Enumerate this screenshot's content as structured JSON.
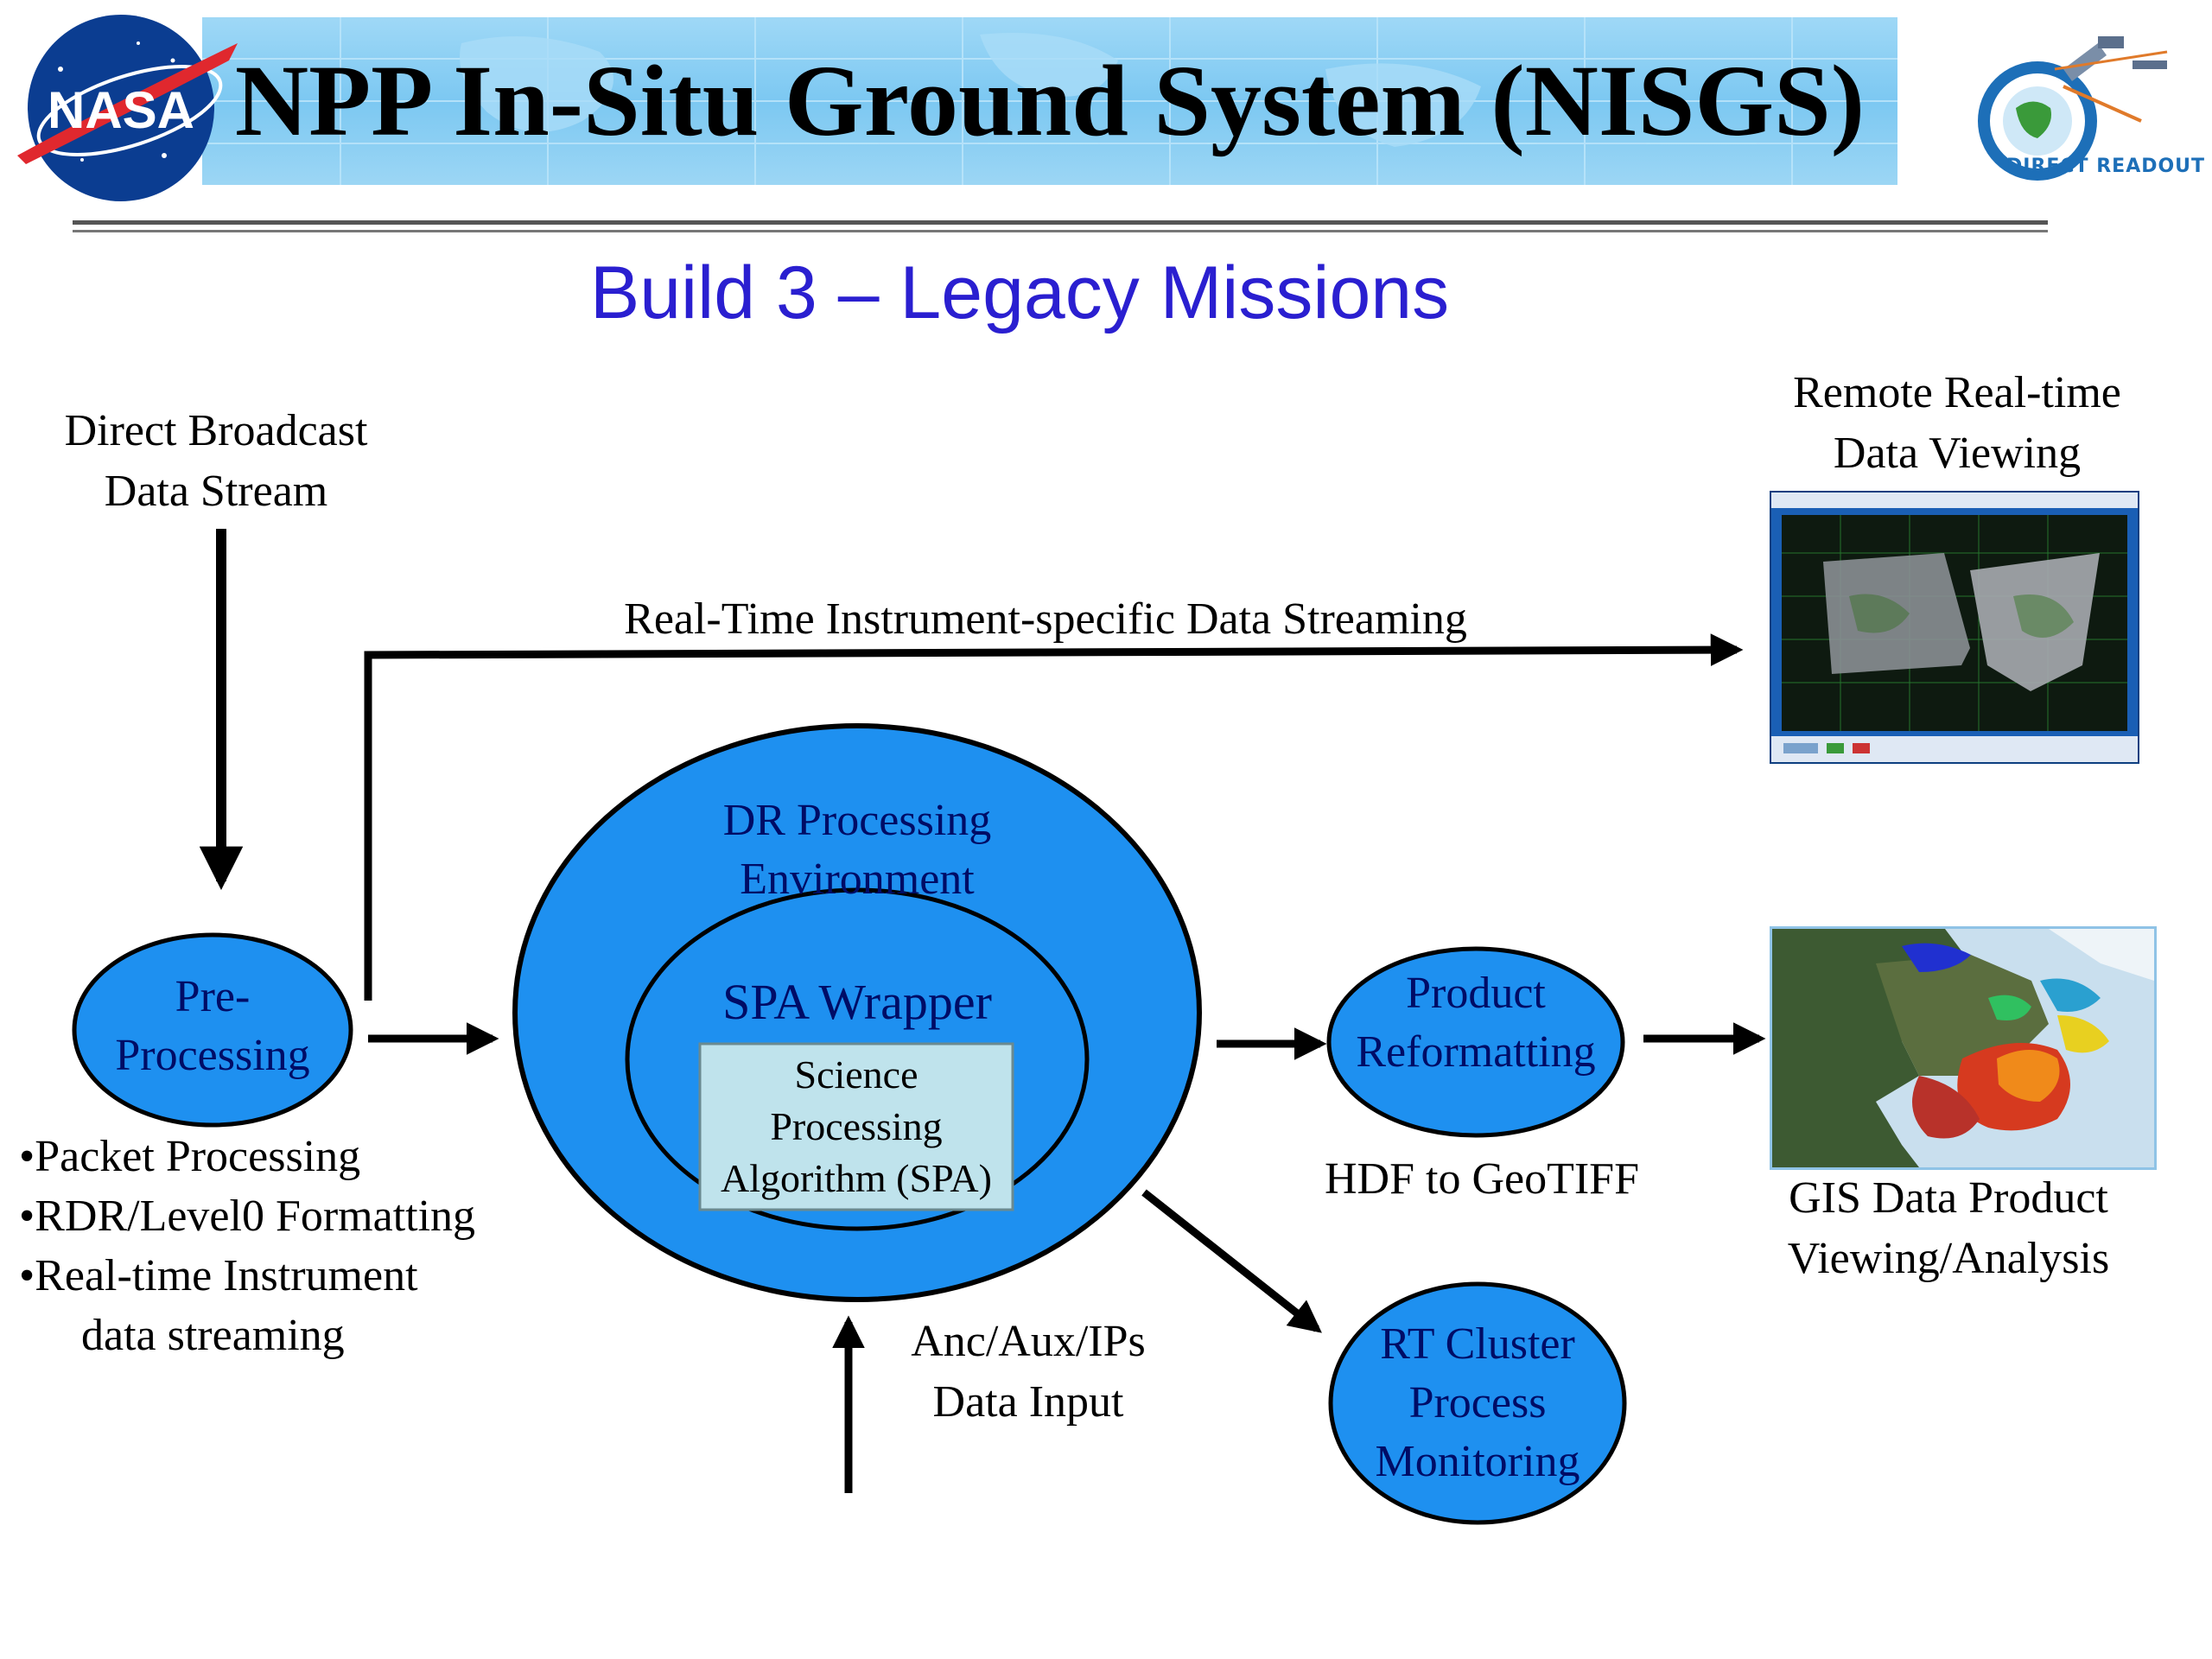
{
  "header": {
    "title": "NPP In-Situ Ground System (NISGS)",
    "nasa_logo_text": "NASA",
    "dr_logo_text": "DIRECT READOUT"
  },
  "subtitle": "Build 3 – Legacy Missions",
  "labels": {
    "direct_broadcast": [
      "Direct Broadcast",
      "Data Stream"
    ],
    "realtime_streaming": "Real-Time Instrument-specific Data Streaming",
    "remote_viewing": [
      "Remote Real-time",
      "Data Viewing"
    ],
    "hdf_geotiff": "HDF to GeoTIFF",
    "gis_viewing": [
      "GIS Data Product",
      "Viewing/Analysis"
    ],
    "anc_aux": [
      "Anc/Aux/IPs",
      "Data Input"
    ]
  },
  "bullets": [
    "•Packet Processing",
    "•RDR/Level0 Formatting",
    "•Real-time Instrument",
    "data streaming"
  ],
  "nodes": {
    "preprocessing": [
      "Pre-",
      "Processing"
    ],
    "dr_env": [
      "DR Processing",
      "Environment"
    ],
    "spa_wrapper": "SPA Wrapper",
    "spa": [
      "Science",
      "Processing",
      "Algorithm (SPA)"
    ],
    "reformatting": [
      "Product",
      "Reformatting"
    ],
    "rt_cluster": [
      "RT Cluster",
      "Process",
      "Monitoring"
    ]
  },
  "colors": {
    "node_fill": "#1e90f0",
    "node_text": "#000c66",
    "spa_box": "#bfe3ec",
    "subtitle": "#2a1fd0",
    "banner": "#8fd0f4"
  }
}
